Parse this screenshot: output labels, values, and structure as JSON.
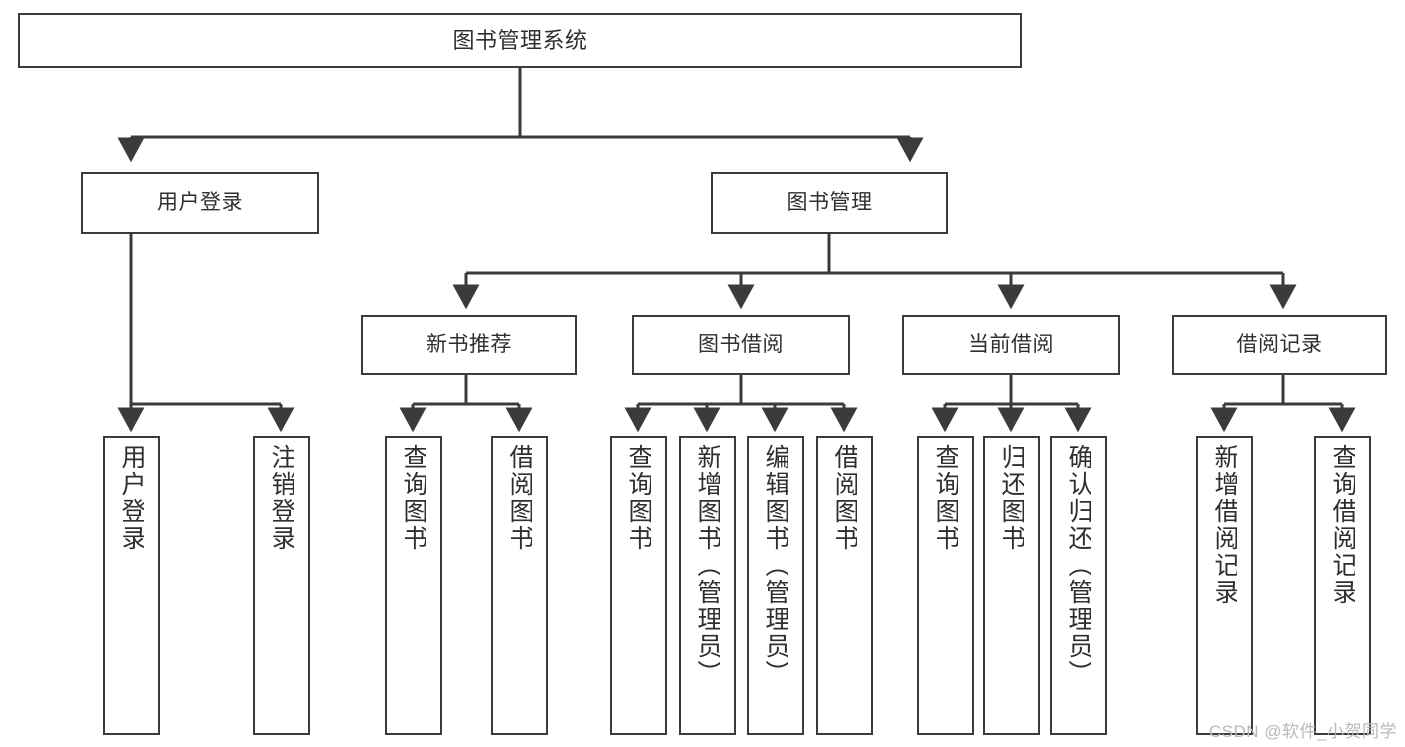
{
  "diagram": {
    "title": "图书管理系统",
    "root": {
      "label": "图书管理系统"
    },
    "level2": [
      {
        "label": "用户登录"
      },
      {
        "label": "图书管理"
      }
    ],
    "level3": [
      {
        "label": "新书推荐"
      },
      {
        "label": "图书借阅"
      },
      {
        "label": "当前借阅"
      },
      {
        "label": "借阅记录"
      }
    ],
    "leaves": {
      "user_login": [
        {
          "label": "用户登录"
        },
        {
          "label": "注销登录"
        }
      ],
      "new_book_recommend": [
        {
          "label": "查询图书"
        },
        {
          "label": "借阅图书"
        }
      ],
      "book_borrow": [
        {
          "label": "查询图书"
        },
        {
          "label": "新增图书（管理员）"
        },
        {
          "label": "编辑图书（管理员）"
        },
        {
          "label": "借阅图书"
        }
      ],
      "current_borrow": [
        {
          "label": "查询图书"
        },
        {
          "label": "归还图书"
        },
        {
          "label": "确认归还（管理员）"
        }
      ],
      "borrow_record": [
        {
          "label": "新增借阅记录"
        },
        {
          "label": "查询借阅记录"
        }
      ]
    }
  },
  "watermark": {
    "text": "CSDN @软件_小贺同学"
  },
  "colors": {
    "stroke": "#3b3b3b",
    "text": "#2f2f2f",
    "background": "#ffffff",
    "watermark": "#b8b8b8"
  }
}
